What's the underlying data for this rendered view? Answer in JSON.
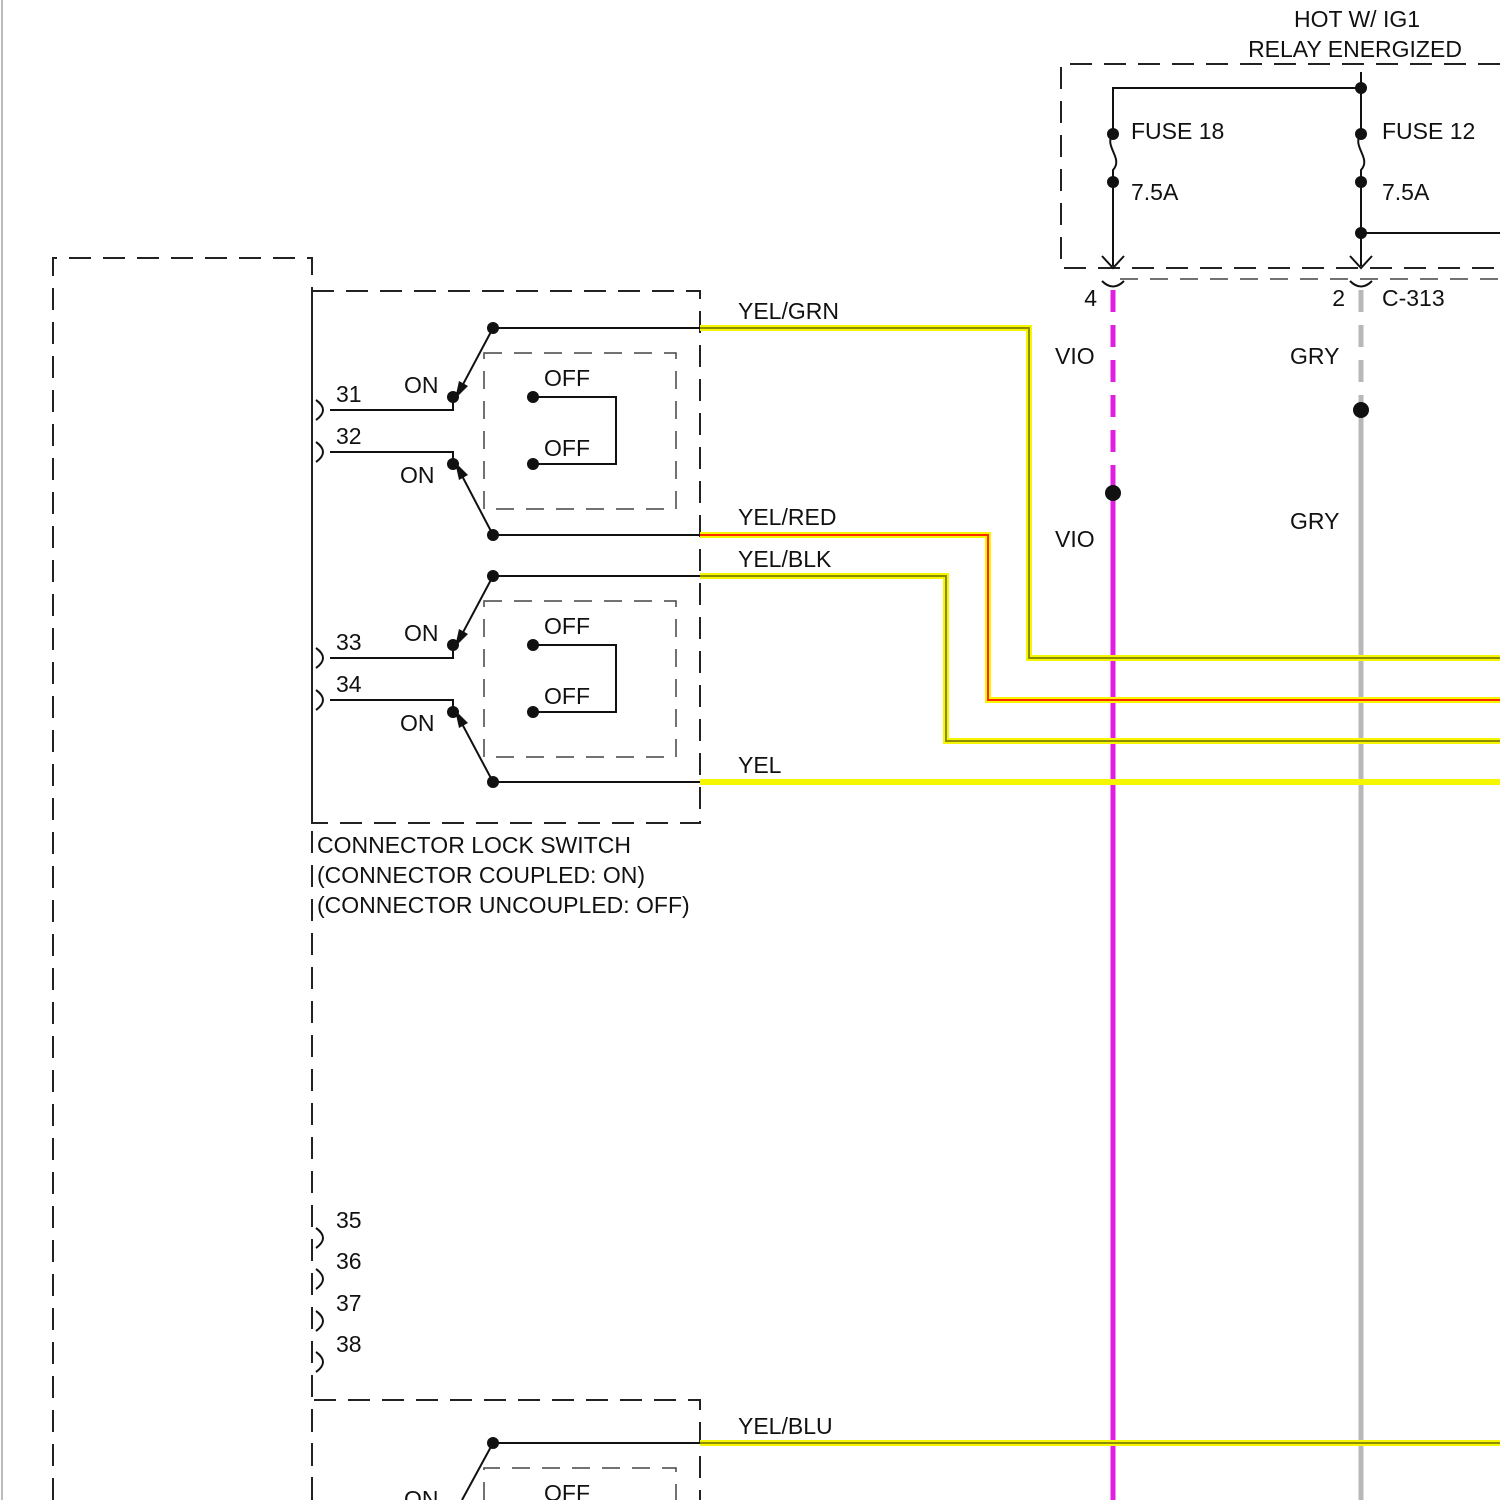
{
  "power": {
    "title_line1": "HOT W/ IG1",
    "title_line2": "RELAY ENERGIZED",
    "fuse18": {
      "label": "FUSE 18",
      "rating": "7.5A"
    },
    "fuse12": {
      "label": "FUSE 12",
      "rating": "7.5A"
    },
    "connector": "C-313",
    "pin_vio": "4",
    "pin_gry": "2"
  },
  "wires": {
    "vio": "VIO",
    "gry": "GRY",
    "yel_grn": "YEL/GRN",
    "yel_red": "YEL/RED",
    "yel_blk": "YEL/BLK",
    "yel": "YEL",
    "yel_blu": "YEL/BLU"
  },
  "switch": {
    "on": "ON",
    "off": "OFF",
    "caption_line1": "CONNECTOR LOCK SWITCH",
    "caption_line2": "(CONNECTOR COUPLED: ON)",
    "caption_line3": "(CONNECTOR UNCOUPLED: OFF)"
  },
  "pins": [
    "31",
    "32",
    "33",
    "34",
    "35",
    "36",
    "37",
    "38"
  ],
  "colors": {
    "vio": "#e020e0",
    "gry": "#b8b8b8",
    "yellow": "#f6f600",
    "yellow_dark": "#8c8c00",
    "red": "#ff2a00"
  }
}
